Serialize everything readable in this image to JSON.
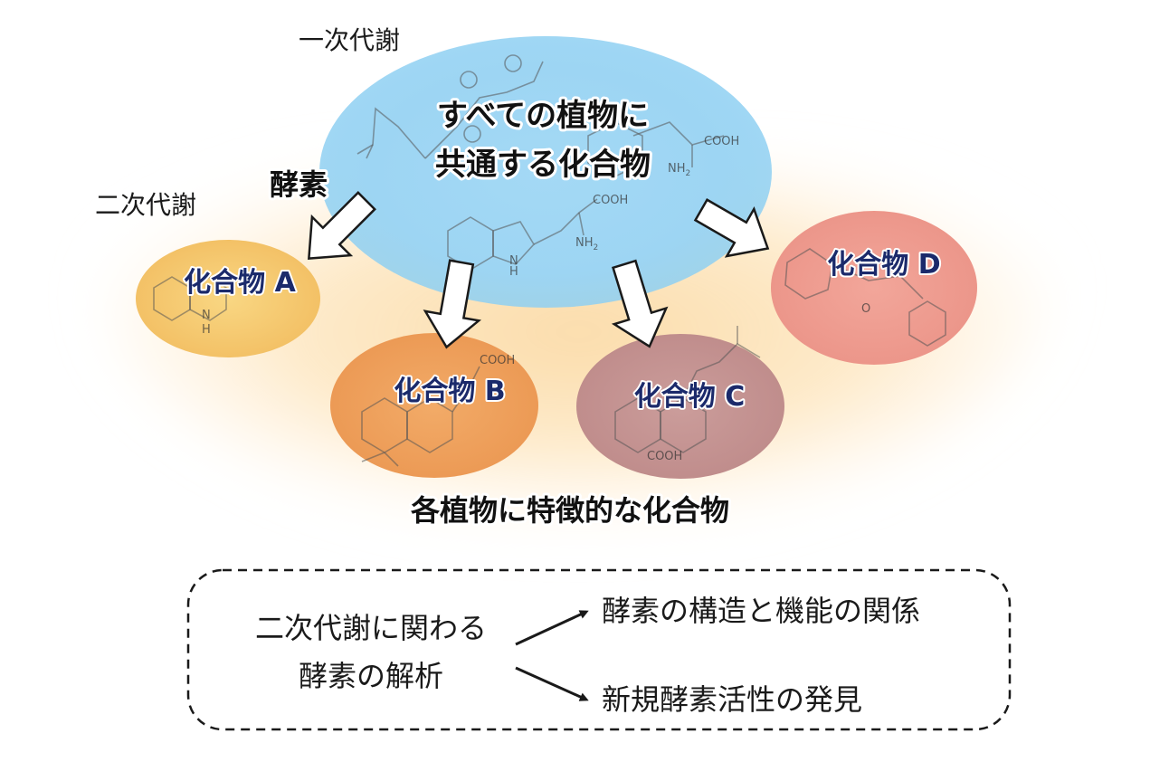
{
  "labels": {
    "primary_metabolism": "一次代謝",
    "secondary_metabolism": "二次代謝",
    "enzyme": "酵素",
    "primary_compounds_line1": "すべての植物に",
    "primary_compounds_line2": "共通する化合物",
    "specific_compounds": "各植物に特徴的な化合物"
  },
  "compounds": {
    "a": "化合物 A",
    "b": "化合物 B",
    "c": "化合物 C",
    "d": "化合物 D"
  },
  "molecule_text": {
    "cooh_top": "COOH",
    "nh2_top": "NH",
    "nh2_sub": "2",
    "cooh_mid": "COOH",
    "nh2_mid": "NH",
    "nh2_mid_sub": "2",
    "indole_h": "H",
    "indole_n": "N",
    "a_h": "H",
    "a_n": "N",
    "b_cooh": "COOH",
    "c_cooh": "COOH",
    "d_o": "O"
  },
  "research": {
    "left_line1": "二次代謝に関わる",
    "left_line2": "酵素の解析",
    "right_top": "酵素の構造と機能の関係",
    "right_bottom": "新規酵素活性の発見"
  },
  "colors": {
    "primary_ellipse": "#8fd0f2",
    "compound_a": "#f6c86b",
    "compound_b": "#ef9e58",
    "compound_c": "#c69494",
    "compound_d": "#ef9a8e",
    "compound_label": "#1b2a6b",
    "glow": "#fbd9a4"
  }
}
